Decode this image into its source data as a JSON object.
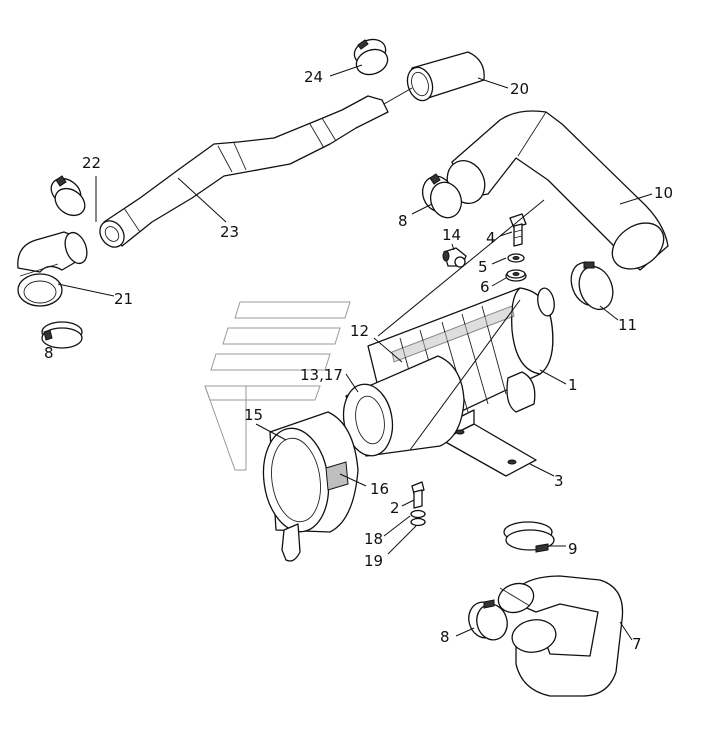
{
  "labels": {
    "p1": "1",
    "p2": "2",
    "p3": "3",
    "p4": "4",
    "p5": "5",
    "p6": "6",
    "p7": "7",
    "p8a": "8",
    "p8b": "8",
    "p8c": "8",
    "p9": "9",
    "p10": "10",
    "p11": "11",
    "p12": "12",
    "p13_17": "13,17",
    "p14": "14",
    "p15": "15",
    "p16": "16",
    "p18": "18",
    "p19": "19",
    "p20": "20",
    "p21": "21",
    "p22": "22",
    "p23": "23",
    "p24": "24"
  }
}
